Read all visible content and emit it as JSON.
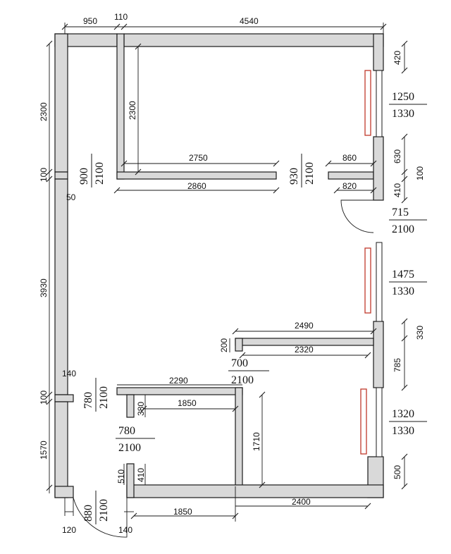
{
  "dimensions": {
    "top_950": "950",
    "top_110": "110",
    "top_4540": "4540",
    "right_420": "420",
    "right_630": "630",
    "right_100": "100",
    "right_410": "410",
    "right_330": "330",
    "right_785": "785",
    "right_500": "500",
    "left_2300": "2300",
    "left_100a": "100",
    "left_3930": "3930",
    "left_100b": "100",
    "left_1570": "1570",
    "inner_2300": "2300",
    "inner_2750": "2750",
    "inner_2860": "2860",
    "inner_860": "860",
    "inner_820": "820",
    "inner_50": "50",
    "inner_2490": "2490",
    "inner_200": "200",
    "inner_2320": "2320",
    "inner_140a": "140",
    "inner_2290": "2290",
    "inner_1850a": "1850",
    "inner_380": "380",
    "inner_1710": "1710",
    "inner_510": "510",
    "inner_410b": "410",
    "bottom_120": "120",
    "bottom_140": "140",
    "bottom_1850": "1850",
    "bottom_2400": "2400"
  },
  "openings": {
    "door_900_w": "900",
    "door_900_h": "2100",
    "door_930_w": "930",
    "door_930_h": "2100",
    "door_780a_w": "780",
    "door_780a_h": "2100",
    "door_880_w": "880",
    "door_880_h": "2100",
    "win_1250_w": "1250",
    "win_1250_h": "1330",
    "door_715_w": "715",
    "door_715_h": "2100",
    "win_1475_w": "1475",
    "win_1475_h": "1330",
    "door_700_w": "700",
    "door_700_h": "2100",
    "win_1320_w": "1320",
    "win_1320_h": "1330",
    "door_780b_w": "780",
    "door_780b_h": "2100"
  },
  "colors": {
    "wall_fill": "#d9d9d9",
    "radiator": "#c0392b"
  }
}
